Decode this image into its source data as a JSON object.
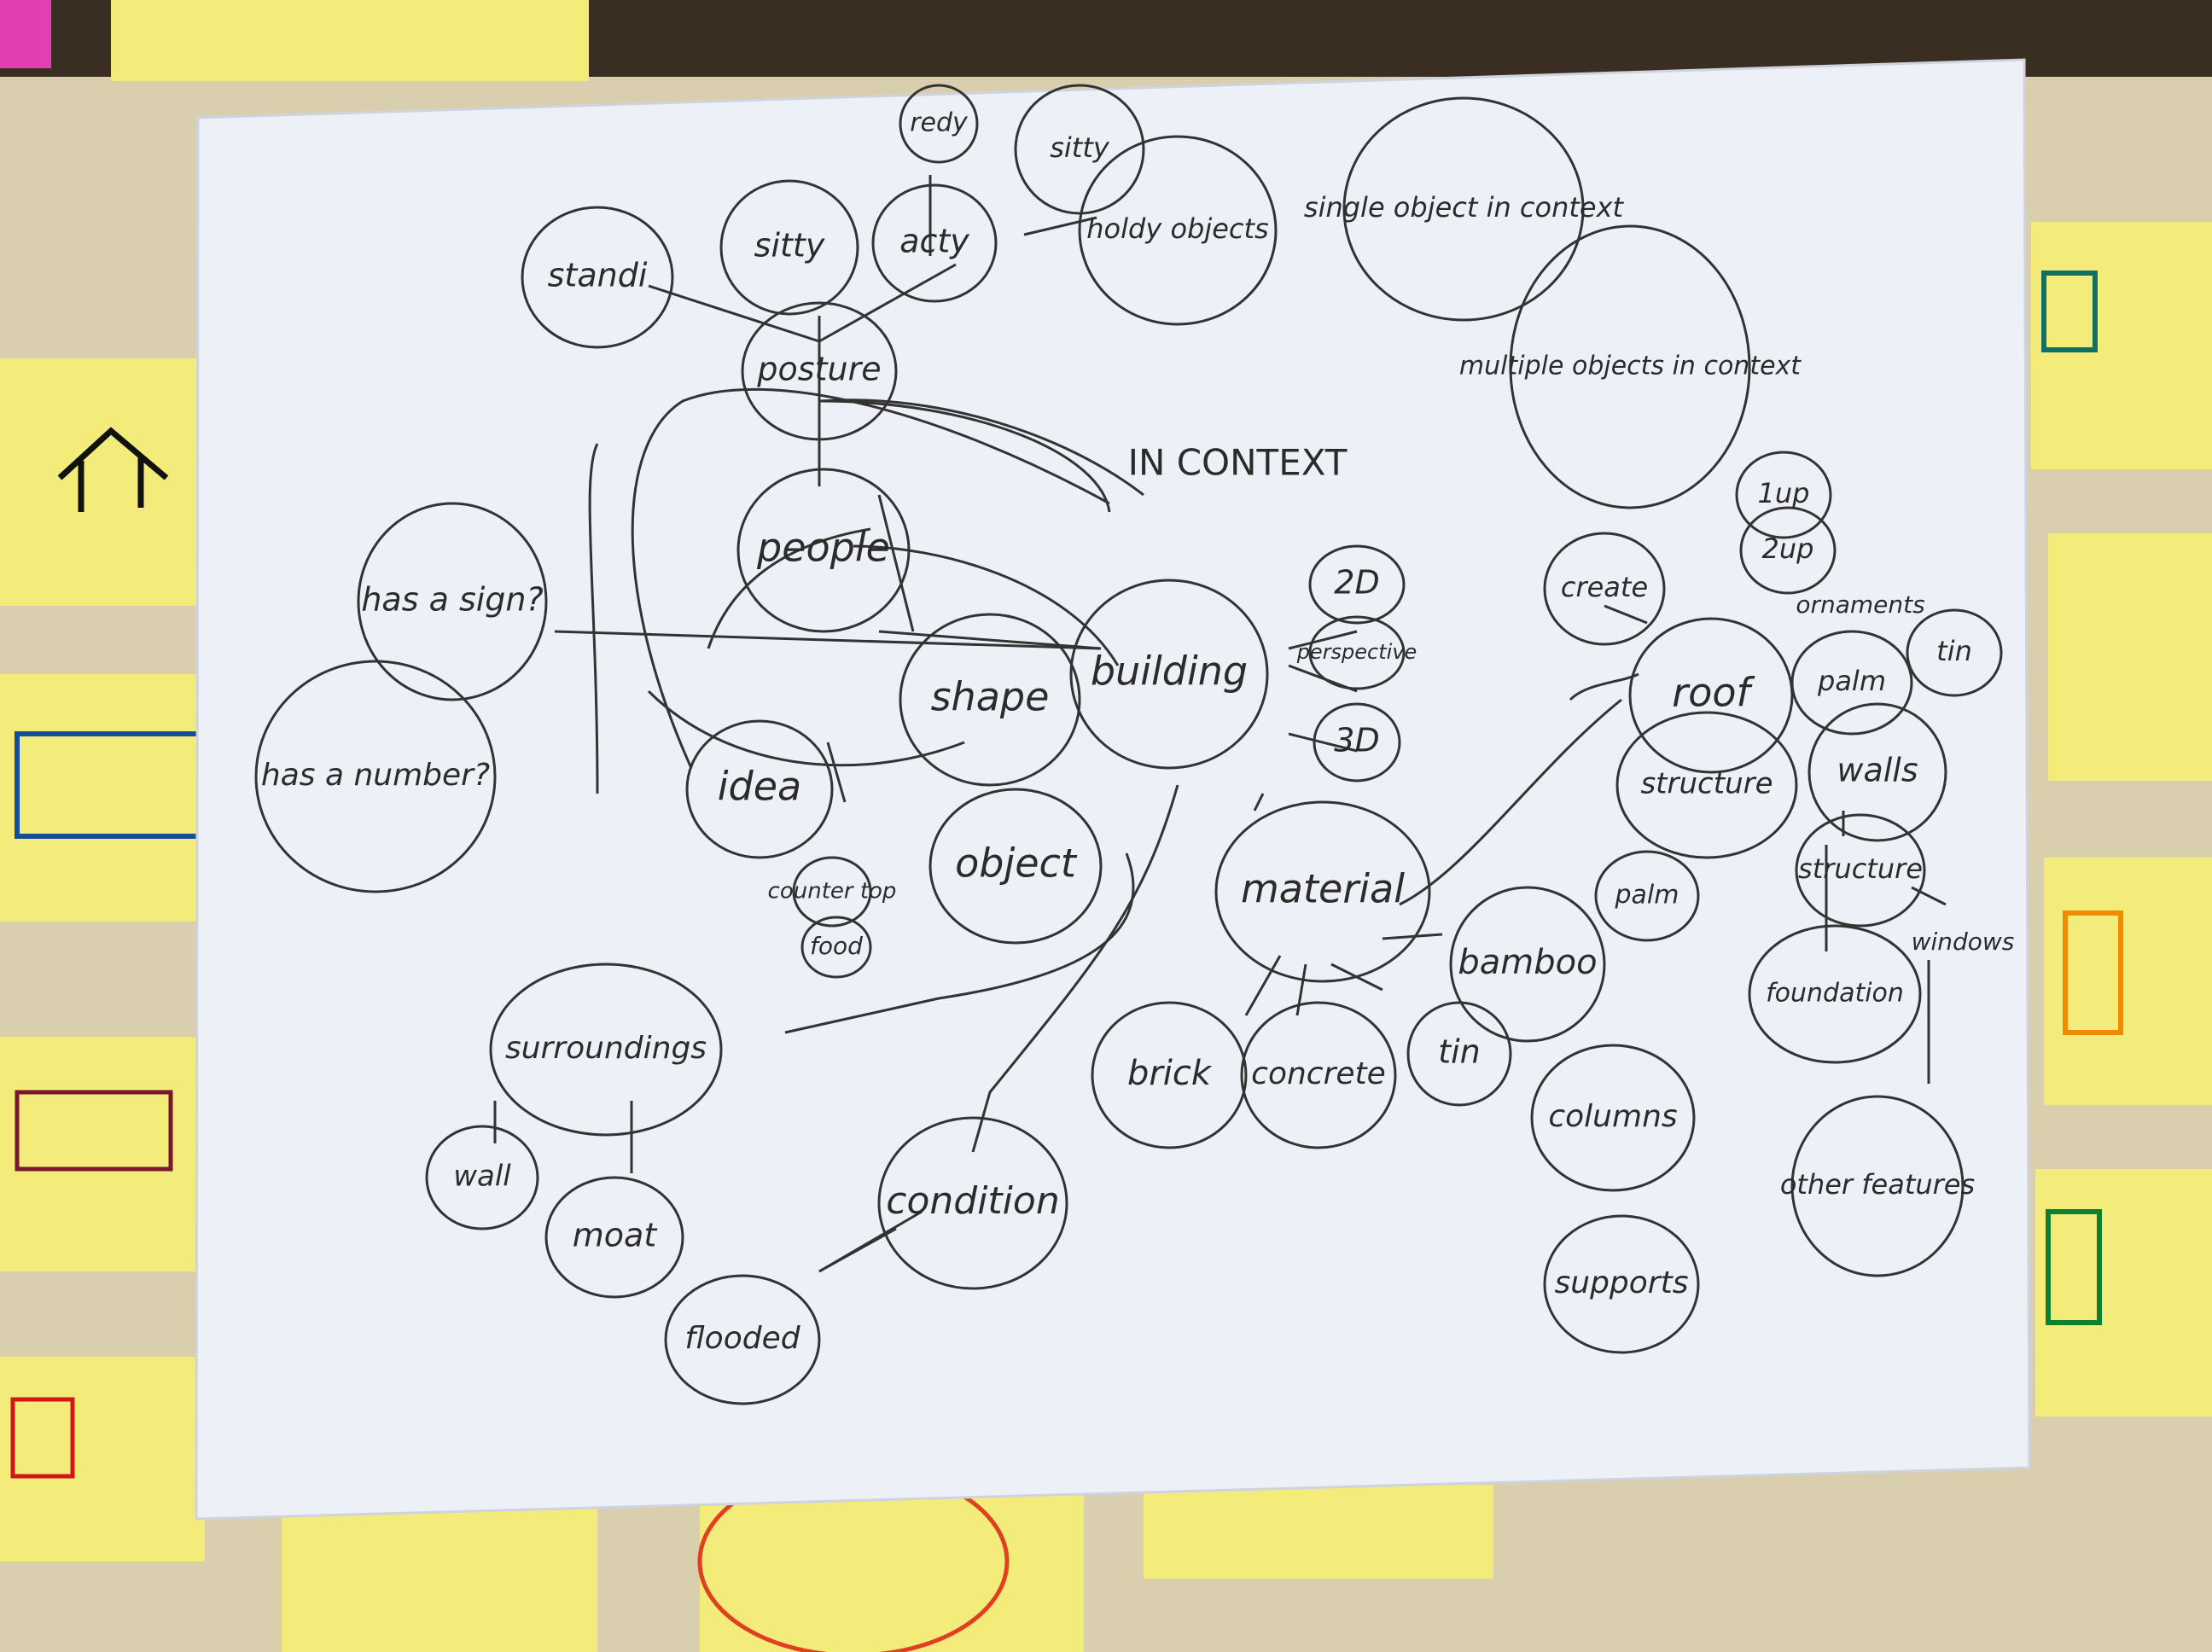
{
  "mindmap": {
    "title": "IN CONTEXT",
    "nodes": [
      {
        "id": "standing",
        "label": "standi"
      },
      {
        "id": "sitting",
        "label": "sitty"
      },
      {
        "id": "acting",
        "label": "acty"
      },
      {
        "id": "reading",
        "label": "redy"
      },
      {
        "id": "sitting2",
        "label": "sitty"
      },
      {
        "id": "holding",
        "label": "holdy objects"
      },
      {
        "id": "single",
        "label": "single object in context"
      },
      {
        "id": "multiple",
        "label": "multiple objects in context"
      },
      {
        "id": "posture",
        "label": "posture"
      },
      {
        "id": "people",
        "label": "people"
      },
      {
        "id": "sign",
        "label": "has a sign?"
      },
      {
        "id": "number",
        "label": "has a number?"
      },
      {
        "id": "shape",
        "label": "shape"
      },
      {
        "id": "idea",
        "label": "idea"
      },
      {
        "id": "object",
        "label": "object"
      },
      {
        "id": "counter",
        "label": "counter top"
      },
      {
        "id": "food",
        "label": "food"
      },
      {
        "id": "building",
        "label": "building"
      },
      {
        "id": "2d",
        "label": "2D"
      },
      {
        "id": "perspective",
        "label": "perspective"
      },
      {
        "id": "3d",
        "label": "3D"
      },
      {
        "id": "1up",
        "label": "1up"
      },
      {
        "id": "2up",
        "label": "2up"
      },
      {
        "id": "create",
        "label": "create"
      },
      {
        "id": "roof",
        "label": "roof"
      },
      {
        "id": "ornaments",
        "label": "ornaments"
      },
      {
        "id": "palm1",
        "label": "palm"
      },
      {
        "id": "tin1",
        "label": "tin"
      },
      {
        "id": "structure1",
        "label": "structure"
      },
      {
        "id": "walls",
        "label": "walls"
      },
      {
        "id": "structure2",
        "label": "structure"
      },
      {
        "id": "windows",
        "label": "windows"
      },
      {
        "id": "foundation",
        "label": "foundation"
      },
      {
        "id": "other",
        "label": "other features"
      },
      {
        "id": "material",
        "label": "material"
      },
      {
        "id": "bamboo",
        "label": "bamboo"
      },
      {
        "id": "palm2",
        "label": "palm"
      },
      {
        "id": "tin2",
        "label": "tin"
      },
      {
        "id": "brick",
        "label": "brick"
      },
      {
        "id": "concrete",
        "label": "concrete"
      },
      {
        "id": "columns",
        "label": "columns"
      },
      {
        "id": "supports",
        "label": "supports"
      },
      {
        "id": "surroundings",
        "label": "surroundings"
      },
      {
        "id": "wall",
        "label": "wall"
      },
      {
        "id": "moat",
        "label": "moat"
      },
      {
        "id": "condition",
        "label": "condition"
      },
      {
        "id": "flooded",
        "label": "flooded"
      }
    ]
  },
  "colors": {
    "paper": "#eef0f8",
    "ink": "#2b2b2b",
    "sticky": "#f3ec7a",
    "table": "#3a2e22"
  }
}
